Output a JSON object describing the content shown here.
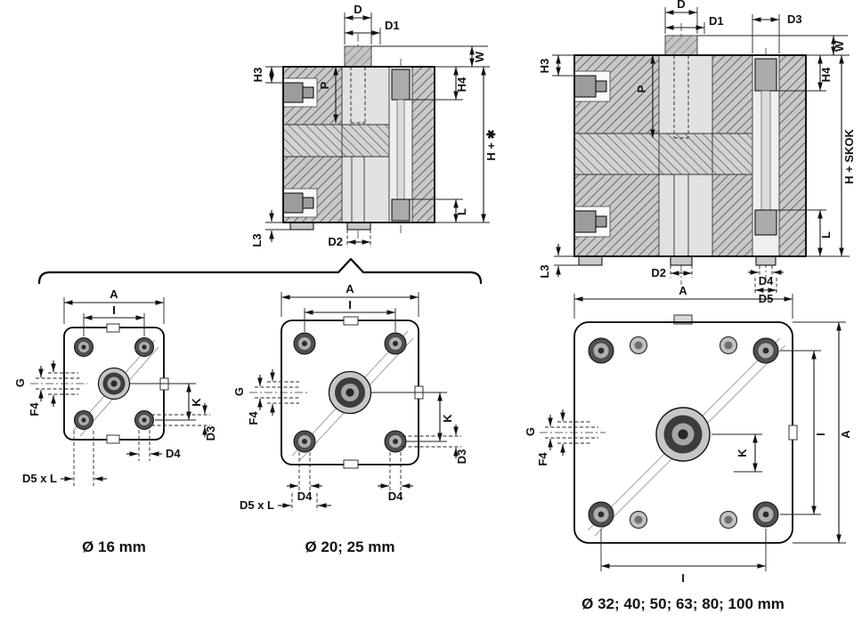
{
  "captions": {
    "v16": "Ø 16 mm",
    "v20_25": "Ø 20; 25 mm",
    "v32_100": "Ø 32; 40; 50; 63; 80; 100 mm"
  },
  "views": {
    "section_left": {
      "labels": {
        "d": "D",
        "d1": "D1",
        "w": "W",
        "h3": "H3",
        "p": "P",
        "h4": "H4",
        "h_total": "H + ✱",
        "l": "L",
        "l3": "L3",
        "d2": "D2"
      }
    },
    "section_right": {
      "labels": {
        "d": "D",
        "d1": "D1",
        "d3": "D3",
        "w": "W",
        "h3": "H3",
        "p": "P",
        "h4": "H4",
        "h_total": "H + SKOK",
        "l": "L",
        "l3": "L3",
        "d2": "D2",
        "d4": "D4",
        "d5": "D5"
      }
    },
    "front_16": {
      "labels": {
        "a": "A",
        "i": "I",
        "g": "G",
        "f4": "F4",
        "k": "K",
        "d3": "D3",
        "d4": "D4",
        "d5l": "D5 x L"
      }
    },
    "front_20_25": {
      "labels": {
        "a": "A",
        "i": "I",
        "g": "G",
        "f4": "F4",
        "k": "K",
        "d3": "D3",
        "d4": "D4",
        "d5l": "D5 x L"
      }
    },
    "front_32_100": {
      "labels": {
        "a": "A",
        "g": "G",
        "f4": "F4",
        "k": "K",
        "i": "I"
      }
    }
  }
}
